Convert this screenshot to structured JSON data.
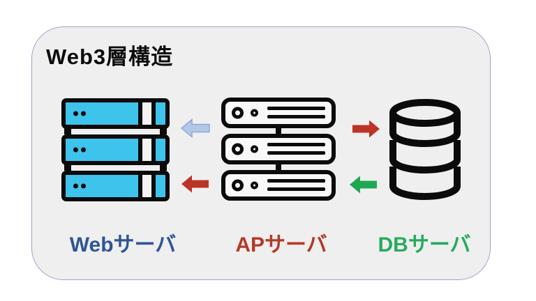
{
  "title": "Web3層構造",
  "frame": {
    "background": "#efeff0",
    "border_color": "#97a5c5"
  },
  "nodes": [
    {
      "id": "web-server",
      "label": "Webサーバ",
      "label_color": "#2f5597",
      "icon": "server-rack-blue-icon",
      "icon_fill": "#3ec3ec"
    },
    {
      "id": "ap-server",
      "label": "APサーバ",
      "label_color": "#b33a26",
      "icon": "server-rack-outline-icon",
      "icon_fill": "#f8f8f8"
    },
    {
      "id": "db-server",
      "label": "DBサーバ",
      "label_color": "#27ab5e",
      "icon": "database-cylinder-icon",
      "icon_fill": "none"
    }
  ],
  "arrows": [
    {
      "from": "ap-server",
      "to": "web-server",
      "row": "top",
      "direction": "left",
      "fill": "#b4c7e7",
      "stroke": "#8da9d6"
    },
    {
      "from": "ap-server",
      "to": "web-server",
      "row": "bottom",
      "direction": "left",
      "fill": "#bc3425",
      "stroke": "#bc3425"
    },
    {
      "from": "ap-server",
      "to": "db-server",
      "row": "top",
      "direction": "right",
      "fill": "#bc3425",
      "stroke": "#bc3425"
    },
    {
      "from": "db-server",
      "to": "ap-server",
      "row": "bottom",
      "direction": "left",
      "fill": "#1fa852",
      "stroke": "#1fa852"
    }
  ]
}
